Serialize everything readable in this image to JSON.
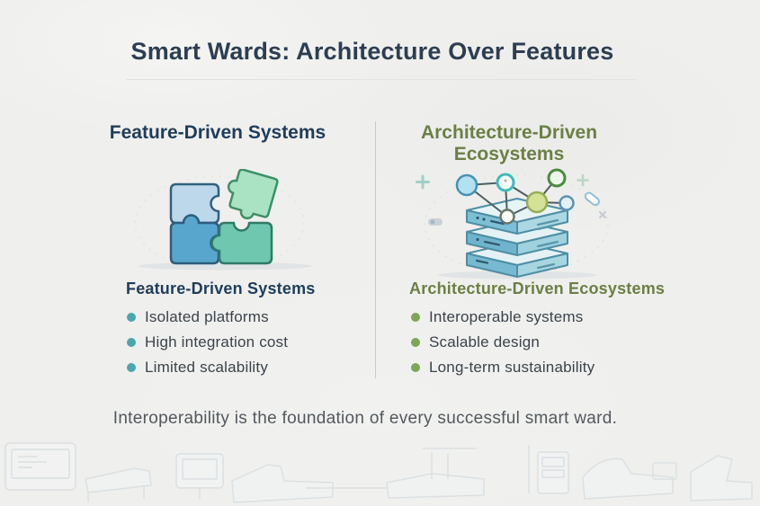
{
  "title": "Smart Wards: Architecture Over Features",
  "tagline": "Interoperability is the foundation of every successful smart ward.",
  "columns": {
    "left": {
      "header": "Feature-Driven Systems",
      "subtitle": "Feature-Driven Systems",
      "illustration_icon": "puzzle-pieces-icon",
      "bullets": [
        "Isolated platforms",
        "High integration cost",
        "Limited scalability"
      ]
    },
    "right": {
      "header": "Architecture-Driven Ecosystems",
      "subtitle": "Architecture-Driven Ecosystems",
      "illustration_icon": "network-server-stack-icon",
      "bullets": [
        "Interoperable systems",
        "Scalable design",
        "Long-term sustainability"
      ]
    }
  },
  "icons": {
    "left_illustration": "puzzle-pieces-icon",
    "right_illustration": "network-server-stack-icon",
    "background_bottom": "hospital-ward-sketch"
  },
  "colors": {
    "background": "#efefed",
    "title_text": "#2d3e51",
    "left_accent": "#1f3d5b",
    "right_accent": "#6b7f45",
    "left_bullet_dot": "#4aa6b0",
    "right_bullet_dot": "#7fa557",
    "body_text": "#3b434b",
    "tagline_text": "#53585d",
    "divider": "#c7cbc9"
  }
}
